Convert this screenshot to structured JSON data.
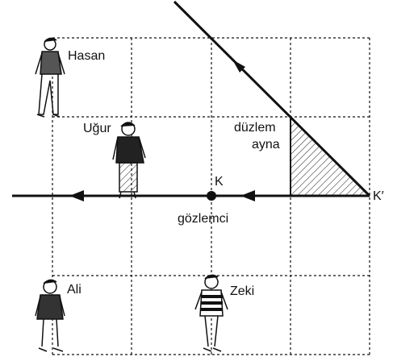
{
  "labels": {
    "hasan": "Hasan",
    "ugur": "Uğur",
    "ali": "Ali",
    "zeki": "Zeki",
    "mirror_line1": "düzlem",
    "mirror_line2": "ayna",
    "point_k": "K",
    "point_k_prime": "K′",
    "observer": "gözlemci"
  },
  "colors": {
    "ink": "#111111",
    "background": "#ffffff"
  }
}
